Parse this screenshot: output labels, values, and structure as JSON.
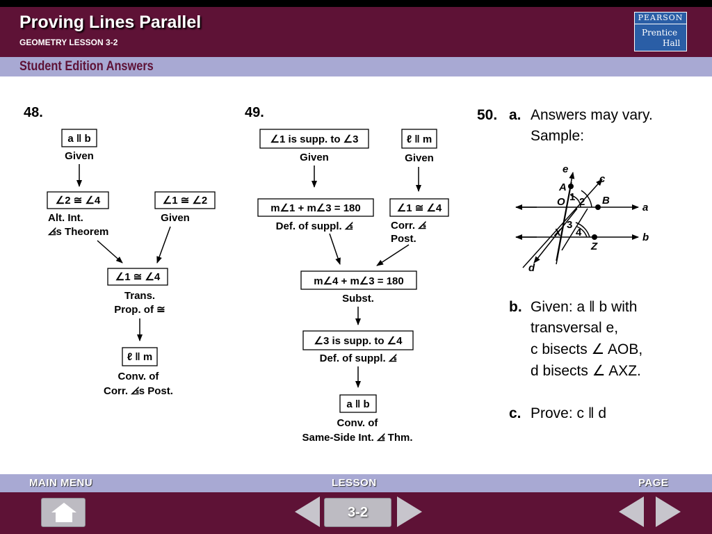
{
  "header": {
    "title": "Proving Lines Parallel",
    "subtitle": "GEOMETRY LESSON 3-2",
    "publisher_top": "PEARSON",
    "publisher_line1": "Prentice",
    "publisher_line2": "Hall",
    "band_text": "Student Edition Answers"
  },
  "p48": {
    "number": "48.",
    "s1": "a ‖ b",
    "s1_reason": "Given",
    "s2": "∠2 ≅ ∠4",
    "s2_reason_1": "Alt. Int.",
    "s2_reason_2": "⦞s Theorem",
    "s3": "∠1 ≅ ∠2",
    "s3_reason": "Given",
    "s4": "∠1 ≅ ∠4",
    "s4_reason_1": "Trans.",
    "s4_reason_2": "Prop. of ≅",
    "s5": "ℓ ‖ m",
    "s5_reason_1": "Conv. of",
    "s5_reason_2": "Corr. ⦞s Post."
  },
  "p49": {
    "number": "49.",
    "s1": "∠1 is supp. to ∠3",
    "s1_reason": "Given",
    "s2": "ℓ ‖ m",
    "s2_reason": "Given",
    "s3": "m∠1 + m∠3 = 180",
    "s3_reason": "Def. of suppl. ⦞",
    "s4": "∠1 ≅ ∠4",
    "s4_reason_1": "Corr. ⦞",
    "s4_reason_2": "Post.",
    "s5": "m∠4 + m∠3 = 180",
    "s5_reason": "Subst.",
    "s6": "∠3 is supp. to ∠4",
    "s6_reason": "Def. of suppl. ⦞",
    "s7": "a ‖ b",
    "s7_reason_1": "Conv. of",
    "s7_reason_2": "Same-Side Int. ⦞ Thm."
  },
  "p50": {
    "number": "50.",
    "a_label": "a.",
    "a_line1": "Answers may vary.",
    "a_line2": "Sample:",
    "b_label": "b.",
    "b_line1": "Given: a ‖ b with",
    "b_line2": "transversal e,",
    "b_line3": "c bisects ∠ AOB,",
    "b_line4": "d bisects ∠ AXZ.",
    "c_label": "c.",
    "c_line": "Prove: c ‖ d",
    "fig": {
      "e": "e",
      "c": "c",
      "A": "A",
      "O": "O",
      "one": "1",
      "two": "2",
      "B": "B",
      "a": "a",
      "X": "X",
      "three": "3",
      "four": "4",
      "Z": "Z",
      "b": "b",
      "d": "d"
    }
  },
  "nav": {
    "main_menu": "MAIN MENU",
    "lesson": "LESSON",
    "page": "PAGE",
    "lesson_button": "3-2",
    "home_icon": "home-icon",
    "prev_icon": "triangle-left-icon",
    "next_icon": "triangle-right-icon"
  },
  "colors": {
    "header_bg": "#5e1236",
    "band_bg": "#a8a9d3",
    "band_text": "#5e1236",
    "logo_bg": "#2a5ea6"
  }
}
